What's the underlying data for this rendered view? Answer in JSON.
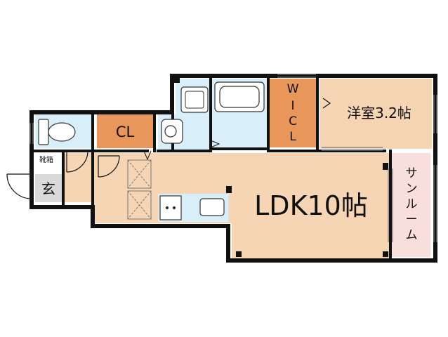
{
  "rooms": {
    "closet": "CL",
    "walk_in_closet": [
      "W",
      "I",
      "C",
      "L"
    ],
    "western_room": "洋室3.2帖",
    "ldk": "LDK10帖",
    "sunroom": [
      "サ",
      "ン",
      "ル",
      "ー",
      "ム"
    ],
    "shoe_storage": "靴箱",
    "entrance": "玄"
  },
  "colors": {
    "wall": "#111111",
    "room_wood": "#f5d5b4",
    "wet_area": "#d8effa",
    "closet": "#e9965a",
    "sunroom": "#f9dfdb",
    "entrance_floor": "#d9d9d9"
  }
}
